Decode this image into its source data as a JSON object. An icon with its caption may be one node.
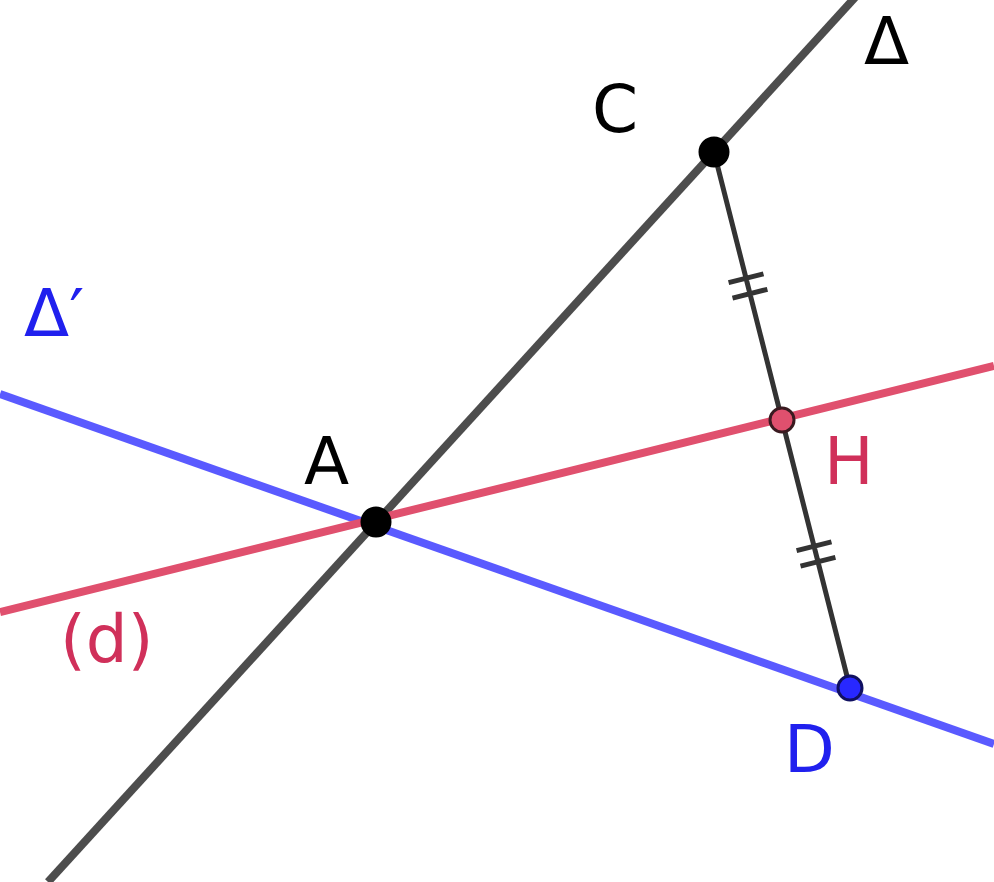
{
  "diagram": {
    "nodes": [
      {
        "text": [],
        "shape": "circle",
        "beside": [
          "C"
        ]
      },
      {
        "text": [],
        "shape": "circle",
        "beside": [
          "A"
        ]
      },
      {
        "text": [],
        "shape": "circle",
        "beside": [
          "H"
        ]
      },
      {
        "text": [],
        "shape": "circle",
        "beside": [
          "D"
        ]
      }
    ],
    "edges": [
      {
        "from": 0,
        "to": 2,
        "arrow": "none"
      },
      {
        "from": 2,
        "to": 3,
        "arrow": "none"
      }
    ],
    "labels": [
      "Δ",
      "Δ′",
      "(d)"
    ]
  }
}
